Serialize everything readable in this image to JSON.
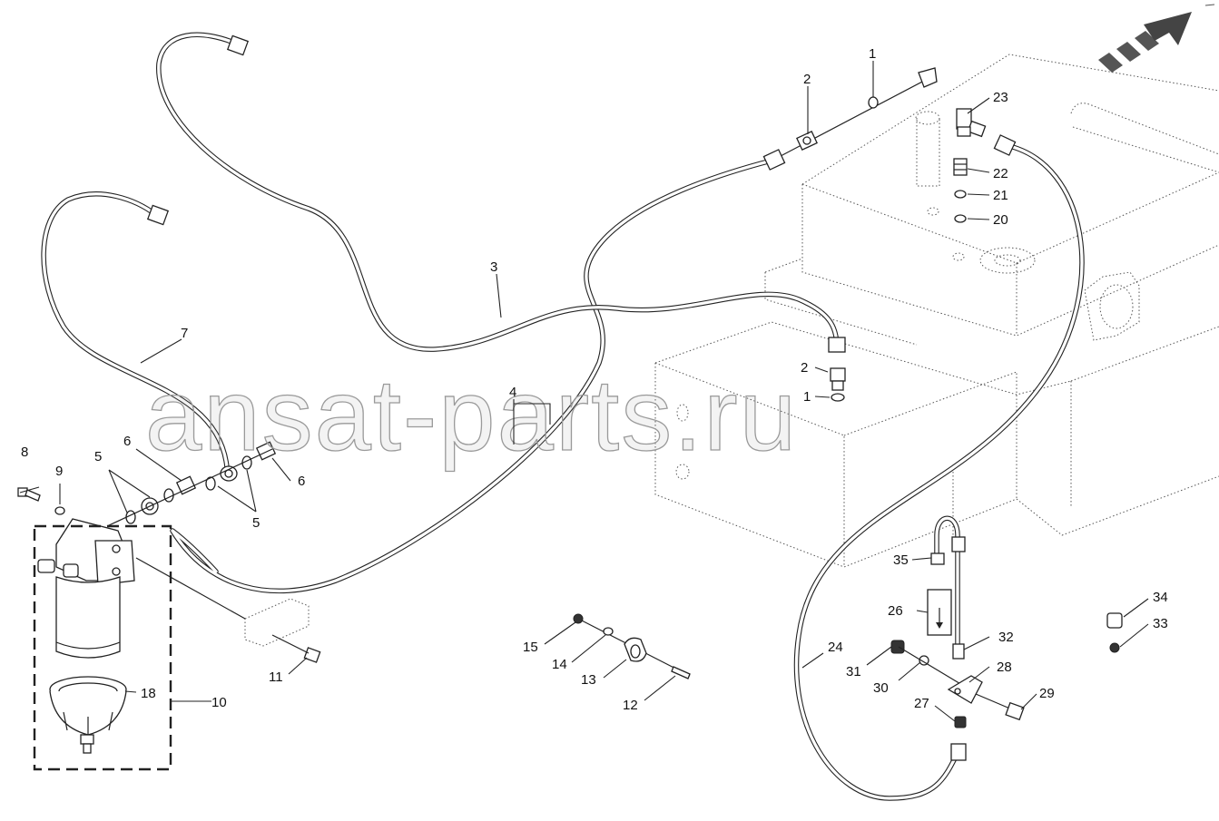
{
  "watermark": "ansat-parts.ru",
  "callouts": {
    "c1a": "1",
    "c2a": "2",
    "c23": "23",
    "c22": "22",
    "c21": "21",
    "c20": "20",
    "c3": "3",
    "c7": "7",
    "c4": "4",
    "c2b": "2",
    "c1b": "1",
    "c8": "8",
    "c9": "9",
    "c5a": "5",
    "c6a": "6",
    "c6b": "6",
    "c5b": "5",
    "c35": "35",
    "c26": "26",
    "c34": "34",
    "c33": "33",
    "c32": "32",
    "c24": "24",
    "c31": "31",
    "c28": "28",
    "c30": "30",
    "c29": "29",
    "c27": "27",
    "c15": "15",
    "c14": "14",
    "c13": "13",
    "c12": "12",
    "c11": "11",
    "c18": "18",
    "c10": "10"
  },
  "icons": {
    "direction_arrow": "front-direction-arrow-icon"
  }
}
